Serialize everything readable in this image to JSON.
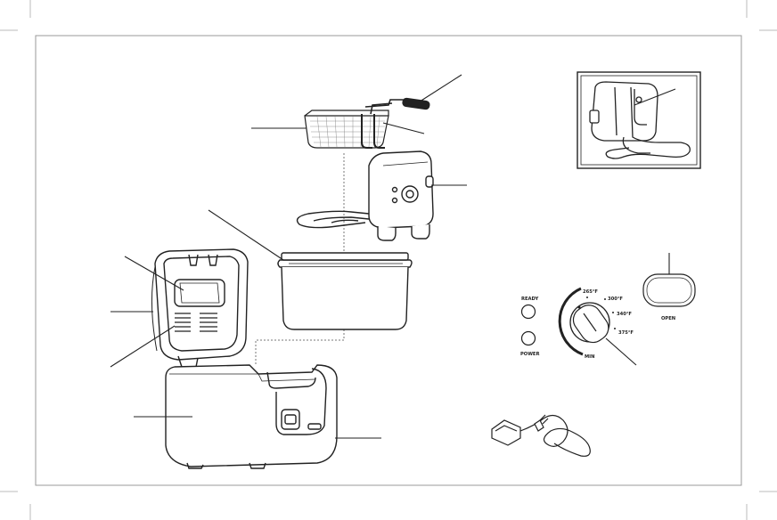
{
  "control_panel": {
    "ready_label": "READY",
    "power_label": "POWER",
    "temp_low": "265°F",
    "temp_mid1": "300°F",
    "temp_mid2": "340°F",
    "temp_high": "375°F",
    "min_label": "MIN",
    "open_label": "OPEN"
  },
  "colors": {
    "outline": "#222222",
    "frame": "#9a9a9a",
    "dashed": "#777777"
  }
}
